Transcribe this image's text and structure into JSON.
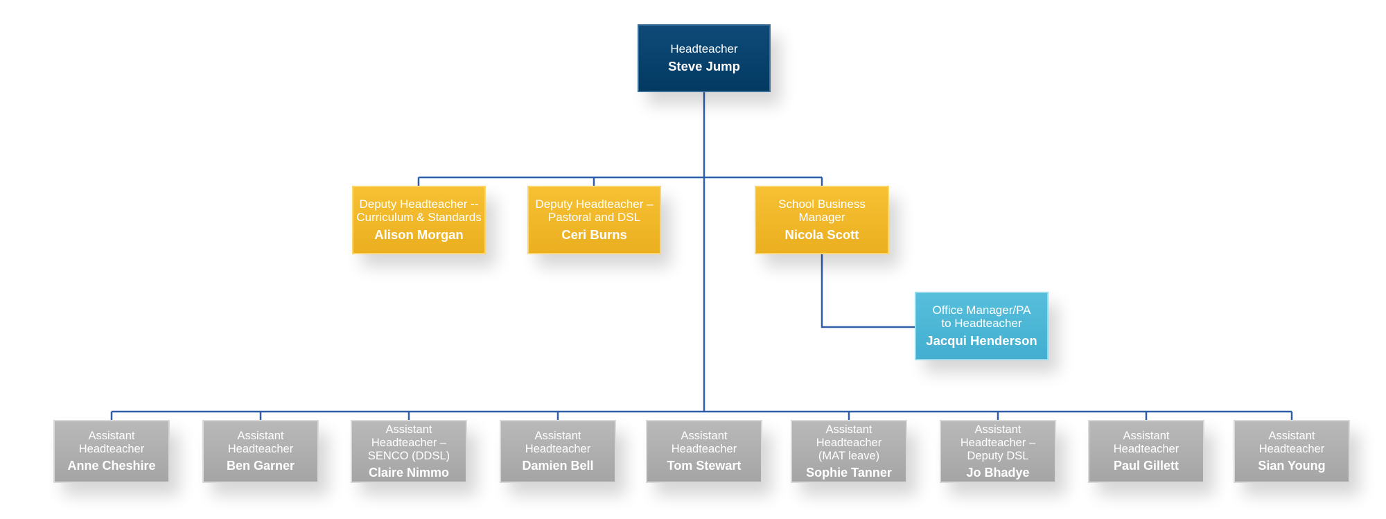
{
  "colors": {
    "headteacher": "#033c66",
    "deputy": "#f0b62a",
    "office": "#4cb6d6",
    "assistant": "#acacac",
    "connector": "#2f5da8"
  },
  "nodes": {
    "headteacher": {
      "role": "Headteacher",
      "name": "Steve Jump"
    },
    "deputy_curriculum": {
      "role": "Deputy Headteacher --\nCurriculum & Standards",
      "name": "Alison Morgan"
    },
    "deputy_pastoral": {
      "role": "Deputy Headteacher –\nPastoral and DSL",
      "name": "Ceri Burns"
    },
    "business_manager": {
      "role": "School Business\nManager",
      "name": "Nicola Scott"
    },
    "office_manager": {
      "role": "Office Manager/PA\nto Headteacher",
      "name": "Jacqui Henderson"
    }
  },
  "assistants": [
    {
      "role": "Assistant\nHeadteacher",
      "name": "Anne Cheshire"
    },
    {
      "role": "Assistant\nHeadteacher",
      "name": "Ben Garner"
    },
    {
      "role": "Assistant\nHeadteacher –\nSENCO (DDSL)",
      "name": "Claire Nimmo"
    },
    {
      "role": "Assistant\nHeadteacher",
      "name": "Damien Bell"
    },
    {
      "role": "Assistant\nHeadteacher",
      "name": "Tom Stewart"
    },
    {
      "role": "Assistant\nHeadteacher\n(MAT leave)",
      "name": "Sophie Tanner"
    },
    {
      "role": "Assistant\nHeadteacher –\nDeputy DSL",
      "name": "Jo Bhadye"
    },
    {
      "role": "Assistant\nHeadteacher",
      "name": "Paul Gillett"
    },
    {
      "role": "Assistant\nHeadteacher",
      "name": "Sian Young"
    }
  ]
}
